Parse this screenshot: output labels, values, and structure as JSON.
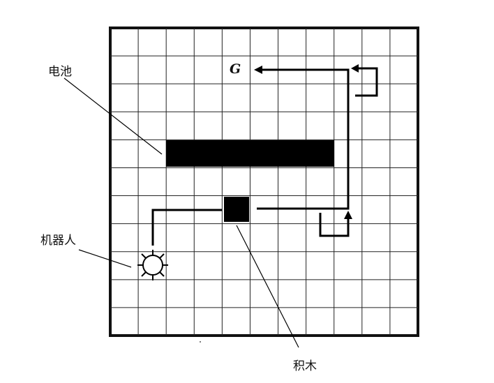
{
  "diagram": {
    "grid": {
      "cols": 11,
      "rows": 11
    },
    "labels": {
      "battery": "电池",
      "robot": "机器人",
      "block": "积木",
      "goal": "G"
    }
  }
}
